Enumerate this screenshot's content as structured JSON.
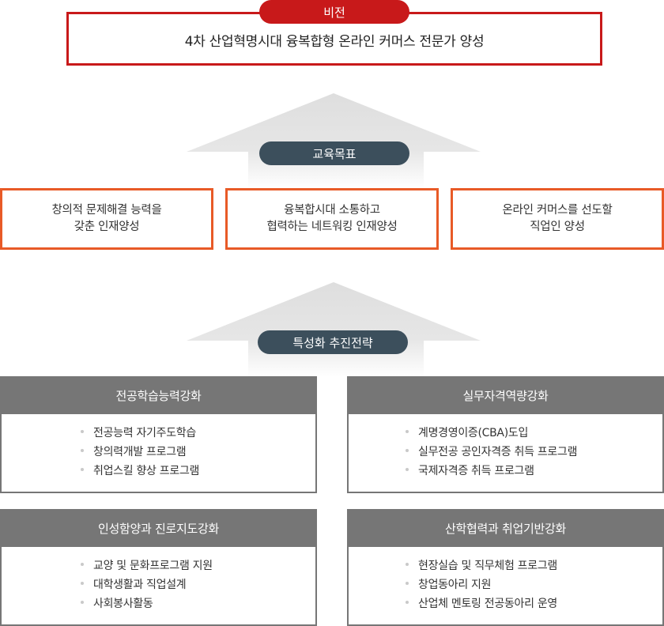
{
  "vision": {
    "badge": "비전",
    "text": "4차 산업혁명시대 융복합형 온라인 커머스 전문가 양성"
  },
  "goals": {
    "badge": "교육목표",
    "items": [
      {
        "text": "창의적 문제해결 능력을\n갖춘 인재양성"
      },
      {
        "text": "융복합시대 소통하고\n협력하는 네트워킹 인재양성"
      },
      {
        "text": "온라인 커머스를 선도할\n직업인 양성"
      }
    ]
  },
  "strategy": {
    "badge": "특성화 추진전략",
    "cards": [
      {
        "title": "전공학습능력강화",
        "items": [
          "전공능력 자기주도학습",
          "창의력개발 프로그램",
          "취업스킬 향상 프로그램"
        ]
      },
      {
        "title": "실무자격역량강화",
        "items": [
          "계명경영이증(CBA)도입",
          "실무전공 공인자격증 취득 프로그램",
          "국제자격증 취득 프로그램"
        ]
      },
      {
        "title": "인성함양과 진로지도강화",
        "items": [
          "교양 및 문화프로그램 지원",
          "대학생활과 직업설계",
          "사회봉사활동"
        ]
      },
      {
        "title": "산학협력과 취업기반강화",
        "items": [
          "현장실습 및 직무체험 프로그램",
          "창업동아리 지원",
          "산업체 멘토링 전공동아리 운영"
        ]
      }
    ]
  },
  "colors": {
    "vision_red": "#c8191a",
    "goal_orange": "#e85a27",
    "badge_slate": "#3c4f5c",
    "card_gray": "#767676",
    "arrow_gray": "#dcdcdc"
  }
}
